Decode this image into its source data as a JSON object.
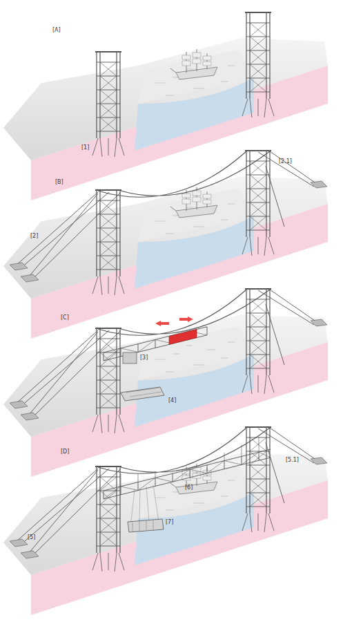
{
  "diagram": {
    "labels": [
      "[A]",
      "[1]",
      "[B]",
      "[2.1]",
      "[2]",
      "[C]",
      "[3]",
      "[4]",
      "[D]",
      "[6]",
      "[5.1]",
      "[5]",
      "[7]"
    ]
  }
}
